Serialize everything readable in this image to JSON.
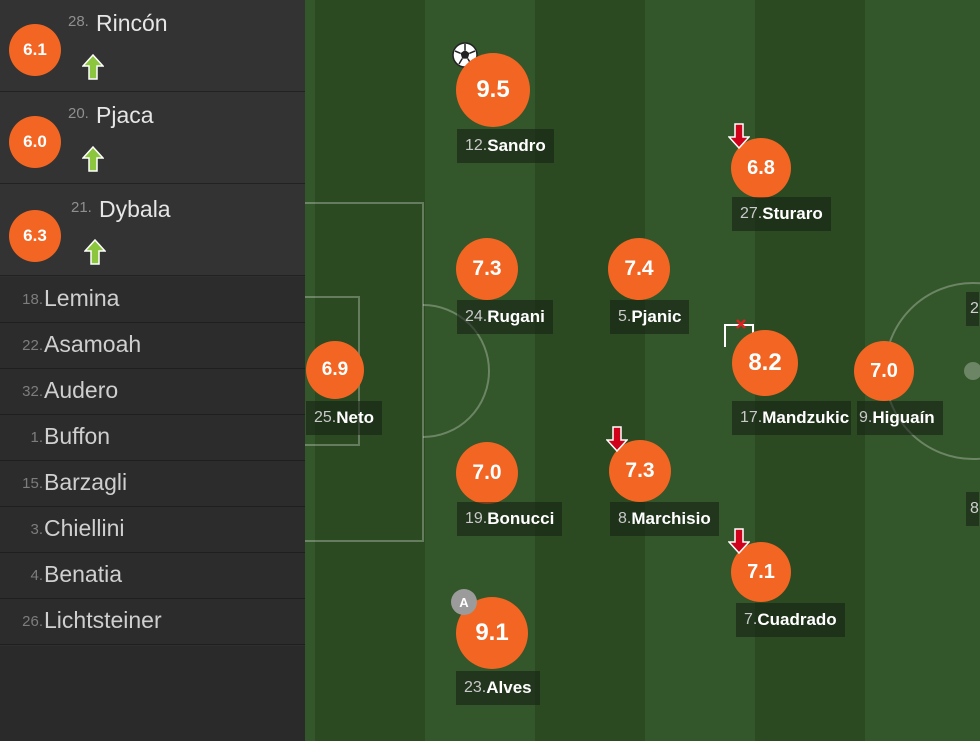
{
  "substitutes_used": [
    {
      "number": "28.",
      "name": "Rincón",
      "rating": "6.1",
      "icon": "sub-in-arrow-icon"
    },
    {
      "number": "20.",
      "name": "Pjaca",
      "rating": "6.0",
      "icon": "sub-in-arrow-icon"
    },
    {
      "number": "21.",
      "name": "Dybala",
      "rating": "6.3",
      "icon": "sub-in-arrow-icon"
    }
  ],
  "bench": [
    {
      "number": "18.",
      "name": "Lemina"
    },
    {
      "number": "22.",
      "name": "Asamoah"
    },
    {
      "number": "32.",
      "name": "Audero"
    },
    {
      "number": "1.",
      "name": "Buffon"
    },
    {
      "number": "15.",
      "name": "Barzagli"
    },
    {
      "number": "3.",
      "name": "Chiellini"
    },
    {
      "number": "4.",
      "name": "Benatia"
    },
    {
      "number": "26.",
      "name": "Lichtsteiner"
    }
  ],
  "lineup": [
    {
      "number": "25.",
      "name": "Neto",
      "rating": "6.9"
    },
    {
      "number": "12.",
      "name": "Sandro",
      "rating": "9.5",
      "event": "goal-ball-icon"
    },
    {
      "number": "24.",
      "name": "Rugani",
      "rating": "7.3"
    },
    {
      "number": "19.",
      "name": "Bonucci",
      "rating": "7.0"
    },
    {
      "number": "23.",
      "name": "Alves",
      "rating": "9.1",
      "event": "captain-badge-icon",
      "captain_text": "A"
    },
    {
      "number": "5.",
      "name": "Pjanic",
      "rating": "7.4"
    },
    {
      "number": "8.",
      "name": "Marchisio",
      "rating": "7.3",
      "event": "sub-out-arrow-icon"
    },
    {
      "number": "27.",
      "name": "Sturaro",
      "rating": "6.8",
      "event": "sub-out-arrow-icon"
    },
    {
      "number": "17.",
      "name": "Mandzukic",
      "rating": "8.2",
      "event": "assist-icon"
    },
    {
      "number": "7.",
      "name": "Cuadrado",
      "rating": "7.1",
      "event": "sub-out-arrow-icon"
    },
    {
      "number": "9.",
      "name": "Higuaín",
      "rating": "7.0"
    }
  ],
  "opponent_partial": [
    {
      "number": "2"
    },
    {
      "number": "8"
    }
  ],
  "colors": {
    "rating_badge": "#f26522",
    "sub_in_arrow": "#8cc63f",
    "sub_out_arrow": "#d0021b",
    "pitch_dark": "#2b4a21",
    "pitch_light": "#33562a"
  }
}
